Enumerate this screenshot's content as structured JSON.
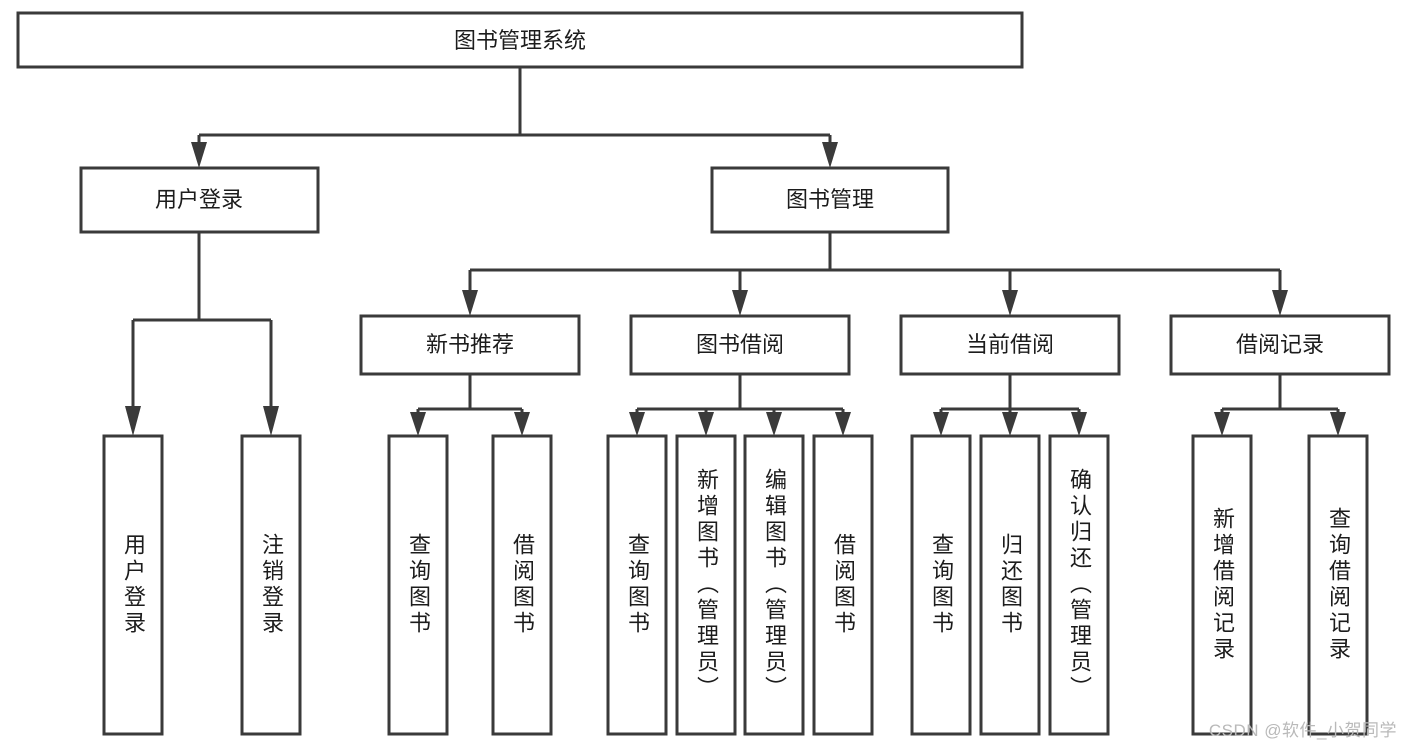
{
  "diagram": {
    "type": "tree-hierarchy-chart",
    "title": "图书管理系统",
    "stroke_color": "#3a3a3a",
    "text_color": "#1c1c1c",
    "background_color": "#ffffff",
    "levels": 4,
    "nodes": {
      "root": {
        "label": "图书管理系统",
        "level": 1
      },
      "l2_user_login": {
        "label": "用户登录",
        "level": 2
      },
      "l2_book_manage": {
        "label": "图书管理",
        "level": 2
      },
      "l3_new_book_rec": {
        "label": "新书推荐",
        "level": 3
      },
      "l3_book_borrow": {
        "label": "图书借阅",
        "level": 3
      },
      "l3_current_borrow": {
        "label": "当前借阅",
        "level": 3
      },
      "l3_borrow_record": {
        "label": "借阅记录",
        "level": 3
      },
      "l4_user_login": {
        "label": "用户登录",
        "level": 4
      },
      "l4_logout_login": {
        "label": "注销登录",
        "level": 4
      },
      "l4_query_book_a": {
        "label": "查询图书",
        "level": 4
      },
      "l4_borrow_book_a": {
        "label": "借阅图书",
        "level": 4
      },
      "l4_query_book_b": {
        "label": "查询图书",
        "level": 4
      },
      "l4_add_book": {
        "label": "新增图书（管理员）",
        "level": 4
      },
      "l4_edit_book": {
        "label": "编辑图书（管理员）",
        "level": 4
      },
      "l4_borrow_book_b": {
        "label": "借阅图书",
        "level": 4
      },
      "l4_query_book_c": {
        "label": "查询图书",
        "level": 4
      },
      "l4_return_book": {
        "label": "归还图书",
        "level": 4
      },
      "l4_confirm_return": {
        "label": "确认归还（管理员）",
        "level": 4
      },
      "l4_add_record": {
        "label": "新增借阅记录",
        "level": 4
      },
      "l4_query_record": {
        "label": "查询借阅记录",
        "level": 4
      }
    },
    "edges": [
      {
        "from": "root",
        "to": "l2_user_login"
      },
      {
        "from": "root",
        "to": "l2_book_manage"
      },
      {
        "from": "l2_user_login",
        "to": "l4_user_login"
      },
      {
        "from": "l2_user_login",
        "to": "l4_logout_login"
      },
      {
        "from": "l2_book_manage",
        "to": "l3_new_book_rec"
      },
      {
        "from": "l2_book_manage",
        "to": "l3_book_borrow"
      },
      {
        "from": "l2_book_manage",
        "to": "l3_current_borrow"
      },
      {
        "from": "l2_book_manage",
        "to": "l3_borrow_record"
      },
      {
        "from": "l3_new_book_rec",
        "to": "l4_query_book_a"
      },
      {
        "from": "l3_new_book_rec",
        "to": "l4_borrow_book_a"
      },
      {
        "from": "l3_book_borrow",
        "to": "l4_query_book_b"
      },
      {
        "from": "l3_book_borrow",
        "to": "l4_add_book"
      },
      {
        "from": "l3_book_borrow",
        "to": "l4_edit_book"
      },
      {
        "from": "l3_book_borrow",
        "to": "l4_borrow_book_b"
      },
      {
        "from": "l3_current_borrow",
        "to": "l4_query_book_c"
      },
      {
        "from": "l3_current_borrow",
        "to": "l4_return_book"
      },
      {
        "from": "l3_current_borrow",
        "to": "l4_confirm_return"
      },
      {
        "from": "l3_borrow_record",
        "to": "l4_add_record"
      },
      {
        "from": "l3_borrow_record",
        "to": "l4_query_record"
      }
    ]
  },
  "watermark": {
    "text": "CSDN @软件_小贺同学"
  }
}
